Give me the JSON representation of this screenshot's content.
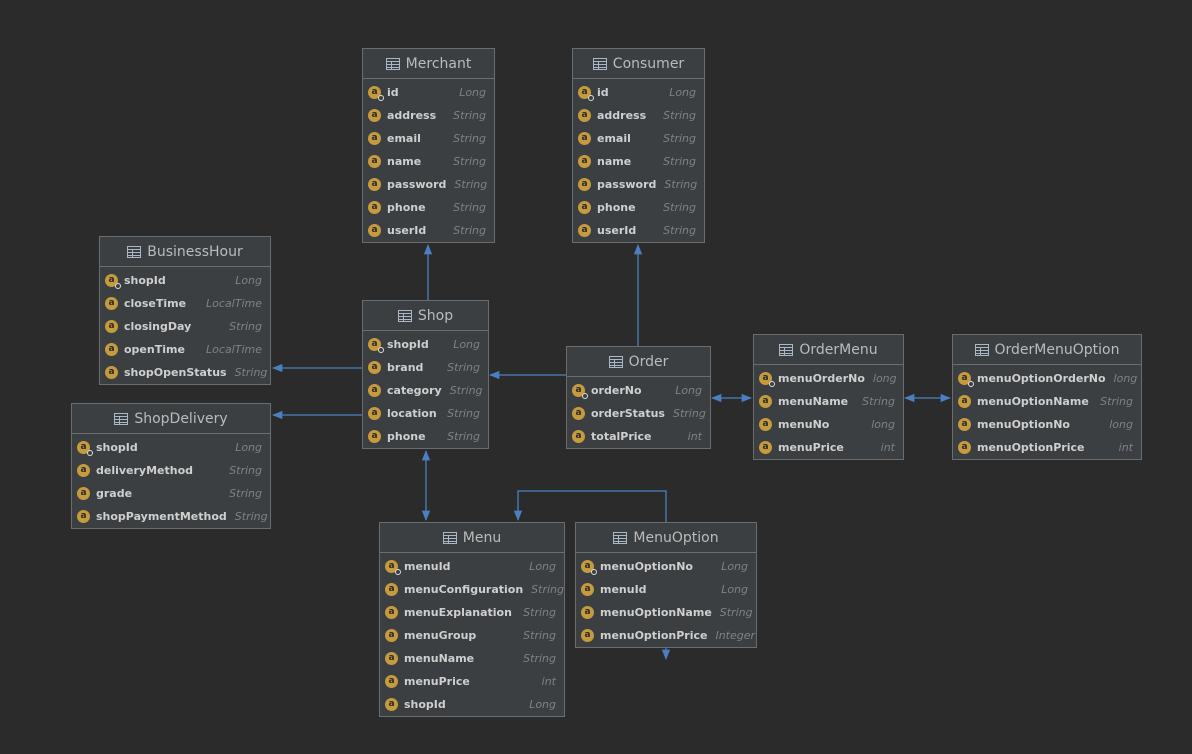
{
  "diagram": {
    "colors": {
      "background": "#2b2b2b",
      "panel": "#3c3f41",
      "border": "#6a6d70",
      "connector": "#4a7fc1",
      "field_icon": "#c69b3e"
    },
    "entities": [
      {
        "id": "merchant",
        "title": "Merchant",
        "fields": [
          {
            "name": "id",
            "type": "Long",
            "key": true
          },
          {
            "name": "address",
            "type": "String"
          },
          {
            "name": "email",
            "type": "String"
          },
          {
            "name": "name",
            "type": "String"
          },
          {
            "name": "password",
            "type": "String"
          },
          {
            "name": "phone",
            "type": "String"
          },
          {
            "name": "userId",
            "type": "String"
          }
        ]
      },
      {
        "id": "consumer",
        "title": "Consumer",
        "fields": [
          {
            "name": "id",
            "type": "Long",
            "key": true
          },
          {
            "name": "address",
            "type": "String"
          },
          {
            "name": "email",
            "type": "String"
          },
          {
            "name": "name",
            "type": "String"
          },
          {
            "name": "password",
            "type": "String"
          },
          {
            "name": "phone",
            "type": "String"
          },
          {
            "name": "userId",
            "type": "String"
          }
        ]
      },
      {
        "id": "businesshour",
        "title": "BusinessHour",
        "fields": [
          {
            "name": "shopId",
            "type": "Long",
            "key": true
          },
          {
            "name": "closeTime",
            "type": "LocalTime"
          },
          {
            "name": "closingDay",
            "type": "String"
          },
          {
            "name": "openTime",
            "type": "LocalTime"
          },
          {
            "name": "shopOpenStatus",
            "type": "String"
          }
        ]
      },
      {
        "id": "shop",
        "title": "Shop",
        "fields": [
          {
            "name": "shopId",
            "type": "Long",
            "key": true
          },
          {
            "name": "brand",
            "type": "String"
          },
          {
            "name": "category",
            "type": "String"
          },
          {
            "name": "location",
            "type": "String"
          },
          {
            "name": "phone",
            "type": "String"
          }
        ]
      },
      {
        "id": "shopdelivery",
        "title": "ShopDelivery",
        "fields": [
          {
            "name": "shopId",
            "type": "Long",
            "key": true
          },
          {
            "name": "deliveryMethod",
            "type": "String"
          },
          {
            "name": "grade",
            "type": "String"
          },
          {
            "name": "shopPaymentMethod",
            "type": "String"
          }
        ]
      },
      {
        "id": "order",
        "title": "Order",
        "fields": [
          {
            "name": "orderNo",
            "type": "Long",
            "key": true
          },
          {
            "name": "orderStatus",
            "type": "String"
          },
          {
            "name": "totalPrice",
            "type": "int"
          }
        ]
      },
      {
        "id": "ordermenu",
        "title": "OrderMenu",
        "fields": [
          {
            "name": "menuOrderNo",
            "type": "long",
            "key": true
          },
          {
            "name": "menuName",
            "type": "String"
          },
          {
            "name": "menuNo",
            "type": "long"
          },
          {
            "name": "menuPrice",
            "type": "int"
          }
        ]
      },
      {
        "id": "ordermenuoption",
        "title": "OrderMenuOption",
        "fields": [
          {
            "name": "menuOptionOrderNo",
            "type": "long",
            "key": true
          },
          {
            "name": "menuOptionName",
            "type": "String"
          },
          {
            "name": "menuOptionNo",
            "type": "long"
          },
          {
            "name": "menuOptionPrice",
            "type": "int"
          }
        ]
      },
      {
        "id": "menu",
        "title": "Menu",
        "fields": [
          {
            "name": "menuId",
            "type": "Long",
            "key": true
          },
          {
            "name": "menuConfiguration",
            "type": "String"
          },
          {
            "name": "menuExplanation",
            "type": "String"
          },
          {
            "name": "menuGroup",
            "type": "String"
          },
          {
            "name": "menuName",
            "type": "String"
          },
          {
            "name": "menuPrice",
            "type": "int"
          },
          {
            "name": "shopId",
            "type": "Long"
          }
        ]
      },
      {
        "id": "menuoption",
        "title": "MenuOption",
        "fields": [
          {
            "name": "menuOptionNo",
            "type": "Long",
            "key": true
          },
          {
            "name": "menuId",
            "type": "Long"
          },
          {
            "name": "menuOptionName",
            "type": "String"
          },
          {
            "name": "menuOptionPrice",
            "type": "Integer"
          }
        ]
      }
    ]
  }
}
